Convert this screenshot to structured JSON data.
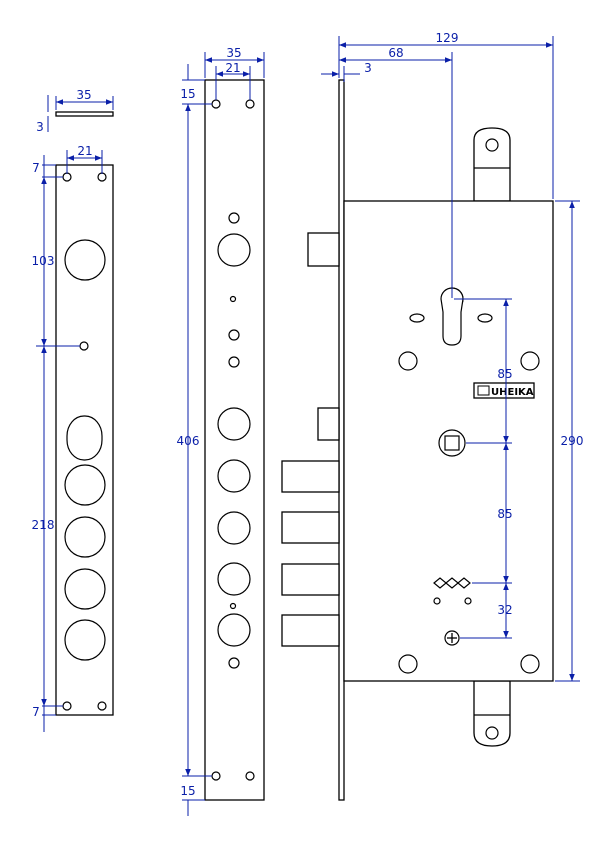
{
  "colors": {
    "dimension": "#0a1fa8",
    "outline": "#000000",
    "background": "#ffffff"
  },
  "brand_label": "UHEIKA",
  "brand_icon": "brand-logo-icon",
  "faceplate_small": {
    "width_label": "35",
    "thickness_label": "3",
    "hole_spacing_label": "21",
    "top_offset_label": "7",
    "bottom_offset_label": "7",
    "upper_span_label": "103",
    "lower_span_label": "218"
  },
  "faceplate_long": {
    "width_label": "35",
    "hole_spacing_label": "21",
    "top_offset_label": "15",
    "bottom_offset_label": "15",
    "length_label": "406"
  },
  "lock_body": {
    "overall_width_label": "129",
    "backset_label": "68",
    "plate_thickness_label": "3",
    "height_label": "290",
    "cylinder_to_spindle_label": "85",
    "spindle_to_lower_label": "85",
    "lower_spacing_label": "32"
  }
}
